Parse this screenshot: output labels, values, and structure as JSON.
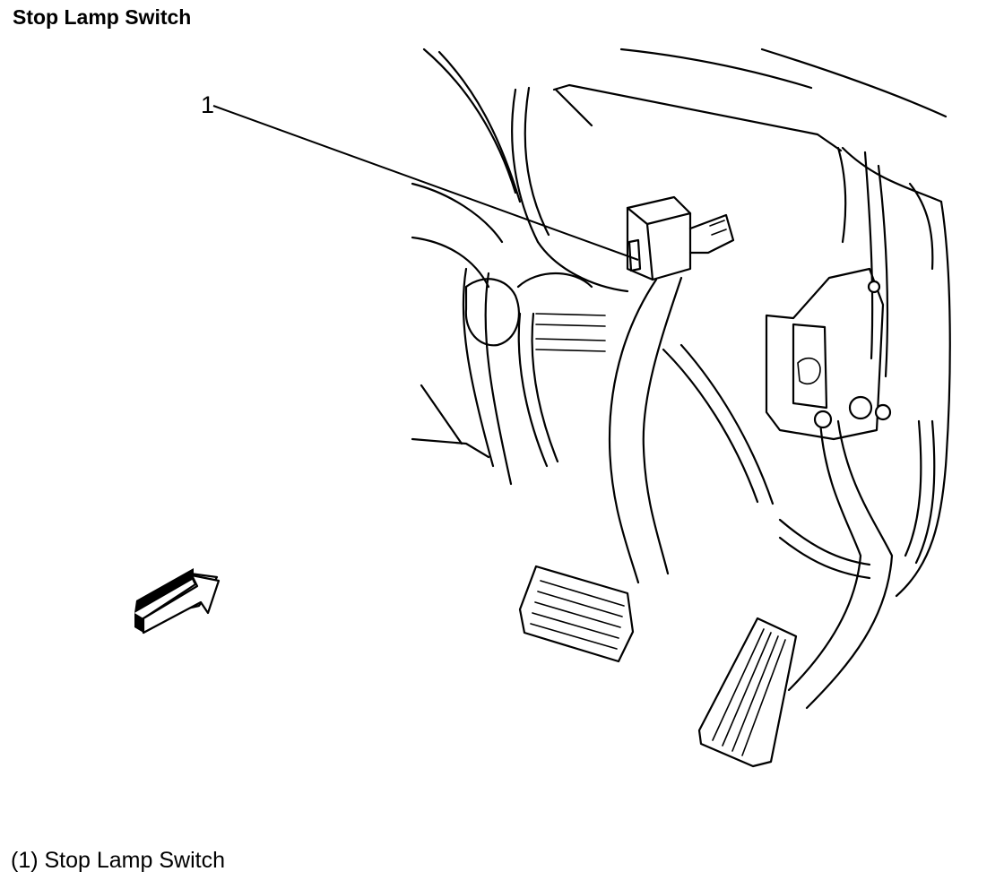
{
  "title": "Stop Lamp Switch",
  "callout": {
    "number": "1"
  },
  "legend": [
    {
      "text": "(1) Stop Lamp Switch"
    }
  ],
  "icons": {
    "view_arrow": "view-direction-arrow-icon"
  }
}
